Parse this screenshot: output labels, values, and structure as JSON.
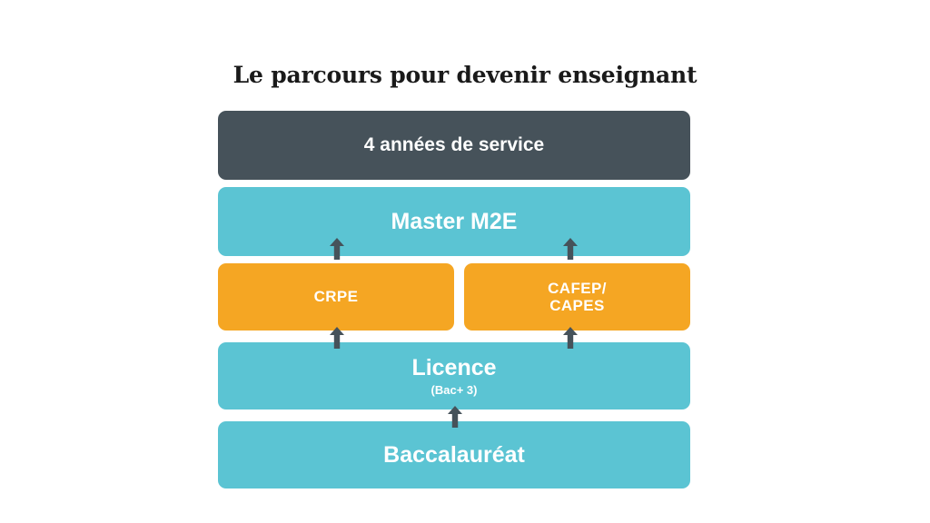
{
  "title": "Le parcours pour devenir enseignant",
  "colors": {
    "background": "#ffffff",
    "dark_slate": "#46525a",
    "teal": "#5bc4d3",
    "orange": "#f5a623",
    "text_light": "#ffffff",
    "title_text": "#1a1a1a",
    "arrow": "#46525a"
  },
  "flow": {
    "steps": [
      {
        "id": "service",
        "label": "4 années de service",
        "sub": "",
        "color": "#46525a",
        "level": 5
      },
      {
        "id": "master",
        "label": "Master M2E",
        "sub": "",
        "color": "#5bc4d3",
        "level": 4
      },
      {
        "id": "crpe",
        "label": "CRPE",
        "sub": "",
        "color": "#f5a623",
        "level": 3
      },
      {
        "id": "capes",
        "label": "CAFEP/\nCAPES",
        "label_line1": "CAFEP/",
        "label_line2": "CAPES",
        "sub": "",
        "color": "#f5a623",
        "level": 3
      },
      {
        "id": "licence",
        "label": "Licence",
        "sub": "(Bac+ 3)",
        "color": "#5bc4d3",
        "level": 2
      },
      {
        "id": "baccalaureat",
        "label": "Baccalauréat",
        "sub": "",
        "color": "#5bc4d3",
        "level": 1
      }
    ],
    "connectors": [
      {
        "id": "crpe-to-master",
        "from": "crpe",
        "to": "master",
        "icon": "arrow-up-icon"
      },
      {
        "id": "capes-to-master",
        "from": "capes",
        "to": "master",
        "icon": "arrow-up-icon"
      },
      {
        "id": "licence-to-crpe",
        "from": "licence",
        "to": "crpe",
        "icon": "arrow-up-icon"
      },
      {
        "id": "licence-to-capes",
        "from": "licence",
        "to": "capes",
        "icon": "arrow-up-icon"
      },
      {
        "id": "bac-to-licence",
        "from": "baccalaureat",
        "to": "licence",
        "icon": "arrow-up-icon"
      }
    ]
  }
}
